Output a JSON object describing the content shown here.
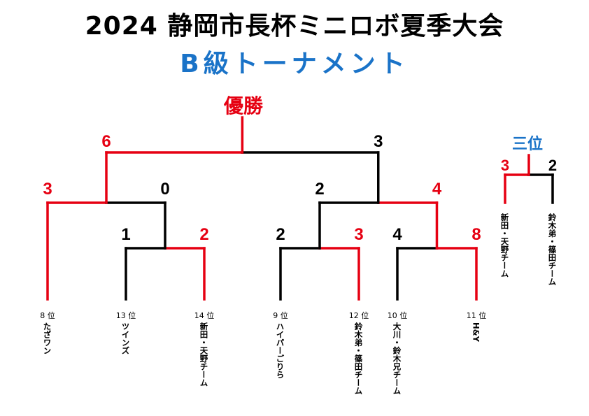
{
  "title": "2024 静岡市長杯ミニロボ夏季大会",
  "subtitle": "B級トーナメント",
  "champion_label": "優勝",
  "third_place_label": "三位",
  "colors": {
    "winner": "#e60012",
    "loser": "#000000",
    "subtitle": "#1a73c8"
  },
  "teams": [
    {
      "id": "t1",
      "name": "たざワン",
      "rank": "8 位"
    },
    {
      "id": "t2",
      "name": "ツインズ",
      "rank": "13 位"
    },
    {
      "id": "t3",
      "name": "新田・天野チーム",
      "rank": "14 位"
    },
    {
      "id": "t4",
      "name": "ハイパーごりら",
      "rank": "9 位"
    },
    {
      "id": "t5",
      "name": "鈴木弟・篠田チーム",
      "rank": "12 位"
    },
    {
      "id": "t6",
      "name": "大川・鈴木兄チーム",
      "rank": "10 位"
    },
    {
      "id": "t7",
      "name": "H&Y",
      "rank": "11 位"
    }
  ],
  "matches": [
    {
      "id": "m1",
      "left": "t2",
      "right": "t3",
      "left_score": "1",
      "right_score": "2",
      "winner": "right"
    },
    {
      "id": "m2",
      "left": "t4",
      "right": "t5",
      "left_score": "2",
      "right_score": "3",
      "winner": "right"
    },
    {
      "id": "m3",
      "left": "t6",
      "right": "t7",
      "left_score": "4",
      "right_score": "8",
      "winner": "right"
    },
    {
      "id": "m4",
      "left": "t1",
      "right": "m1",
      "left_score": "3",
      "right_score": "0",
      "winner": "left"
    },
    {
      "id": "m5",
      "left": "m2",
      "right": "m3",
      "left_score": "2",
      "right_score": "4",
      "winner": "right"
    },
    {
      "id": "final",
      "left": "m4",
      "right": "m5",
      "left_score": "6",
      "right_score": "3",
      "winner": "left"
    }
  ],
  "third_place_match": {
    "left_name": "新田・天野チーム",
    "right_name": "鈴木弟・篠田チーム",
    "left_score": "3",
    "right_score": "2",
    "winner": "left"
  }
}
